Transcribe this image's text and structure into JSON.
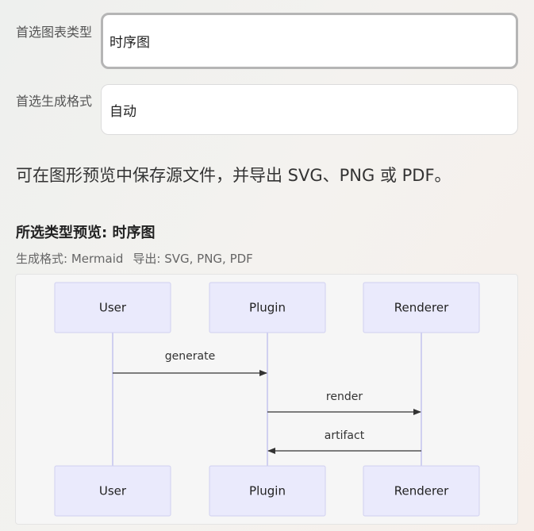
{
  "form": {
    "chart_type": {
      "label": "首选图表类型",
      "value": "时序图"
    },
    "output_format": {
      "label": "首选生成格式",
      "value": "自动"
    }
  },
  "info_text": "可在图形预览中保存源文件，并导出 SVG、PNG 或 PDF。",
  "preview": {
    "title": "所选类型预览: 时序图",
    "format_label": "生成格式: Mermaid",
    "export_label": "导出: SVG, PNG, PDF"
  },
  "diagram": {
    "actors": [
      "User",
      "Plugin",
      "Renderer"
    ],
    "messages": [
      {
        "from": 0,
        "to": 1,
        "label": "generate"
      },
      {
        "from": 1,
        "to": 2,
        "label": "render"
      },
      {
        "from": 2,
        "to": 1,
        "label": "artifact"
      }
    ],
    "colors": {
      "actor_fill": "#eaeafc",
      "actor_stroke": "#d0d0f0",
      "lifeline": "#d0d0f0",
      "arrow": "#333333"
    }
  }
}
